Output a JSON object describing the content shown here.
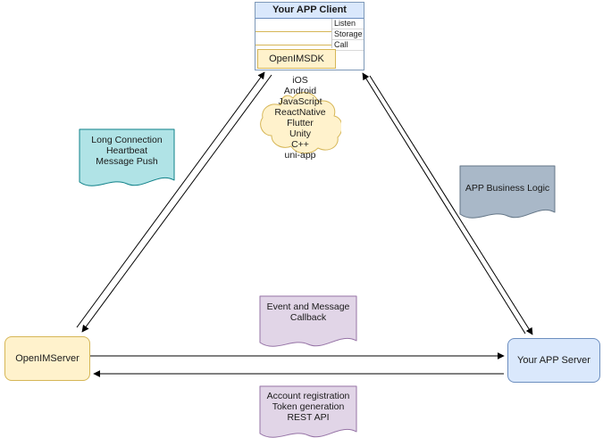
{
  "client": {
    "title": "Your APP Client",
    "rows": [
      "Listen",
      "Storage",
      "Call"
    ],
    "sdk": "OpenIMSDK"
  },
  "cloud": {
    "items": [
      "iOS",
      "Android",
      "JavaScript",
      "ReactNative",
      "Flutter",
      "Unity",
      "C++",
      "uni-app"
    ]
  },
  "notes": {
    "long_connection": {
      "lines": [
        "Long Connection",
        "Heartbeat",
        "Message Push"
      ]
    },
    "business_logic": {
      "lines": [
        "APP Business Logic"
      ]
    },
    "event_callback": {
      "lines": [
        "Event and Message",
        "Callback"
      ]
    },
    "rest_api": {
      "lines": [
        "Account registration",
        "Token generation",
        "REST API"
      ]
    }
  },
  "nodes": {
    "openim_server": "OpenIMServer",
    "app_server": "Your APP Server"
  },
  "edges": [
    {
      "from": "OpenIMServer",
      "to": "Your APP Client",
      "bidirectional": true
    },
    {
      "from": "Your APP Server",
      "to": "Your APP Client",
      "bidirectional": true
    },
    {
      "from": "OpenIMServer",
      "to": "Your APP Server",
      "bidirectional": true
    }
  ],
  "colors": {
    "client_header_fill": "#dae8fc",
    "yellow_fill": "#fff2cc",
    "yellow_stroke": "#d6b656",
    "blue_fill": "#dae8fc",
    "blue_stroke": "#6c8ebf",
    "teal_fill": "#b0e3e6",
    "teal_stroke": "#0e8088",
    "gray_fill": "#a9b8c8",
    "gray_stroke": "#647687",
    "purple_fill": "#e1d5e7",
    "purple_stroke": "#9673a6",
    "edge_color": "#000000"
  }
}
